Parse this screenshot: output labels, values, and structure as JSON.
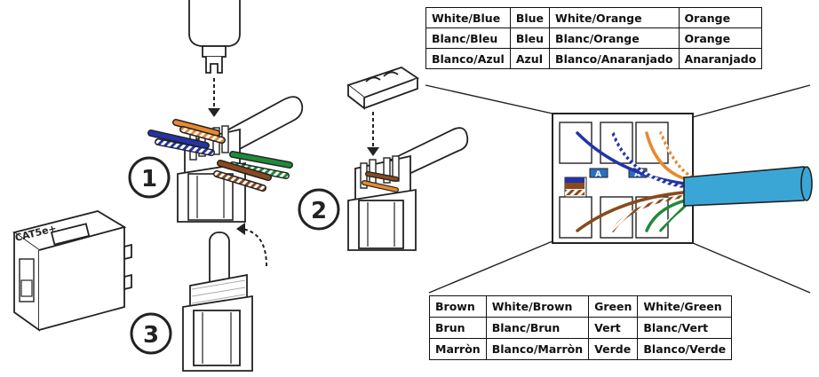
{
  "steps": {
    "one": "1",
    "two": "2",
    "three": "3"
  },
  "jack_label": "CAT5e+",
  "pin_marker": "A",
  "table_top": {
    "rows": [
      [
        "White/Blue",
        "Blue",
        "White/Orange",
        "Orange"
      ],
      [
        "Blanc/Bleu",
        "Bleu",
        "Blanc/Orange",
        "Orange"
      ],
      [
        "Blanco/Azul",
        "Azul",
        "Blanco/Anaranjado",
        "Anaranjado"
      ]
    ]
  },
  "table_bottom": {
    "rows": [
      [
        "Brown",
        "White/Brown",
        "Green",
        "White/Green"
      ],
      [
        "Brun",
        "Blanc/Brun",
        "Vert",
        "Blanc/Vert"
      ],
      [
        "Marròn",
        "Blanco/Marròn",
        "Verde",
        "Blanco/Verde"
      ]
    ]
  },
  "colors": {
    "blue": "#2433a8",
    "orange": "#e8892e",
    "green": "#1e8a3a",
    "brown": "#8a4a1c",
    "cable": "#3aa6d6",
    "outline": "#222222"
  }
}
